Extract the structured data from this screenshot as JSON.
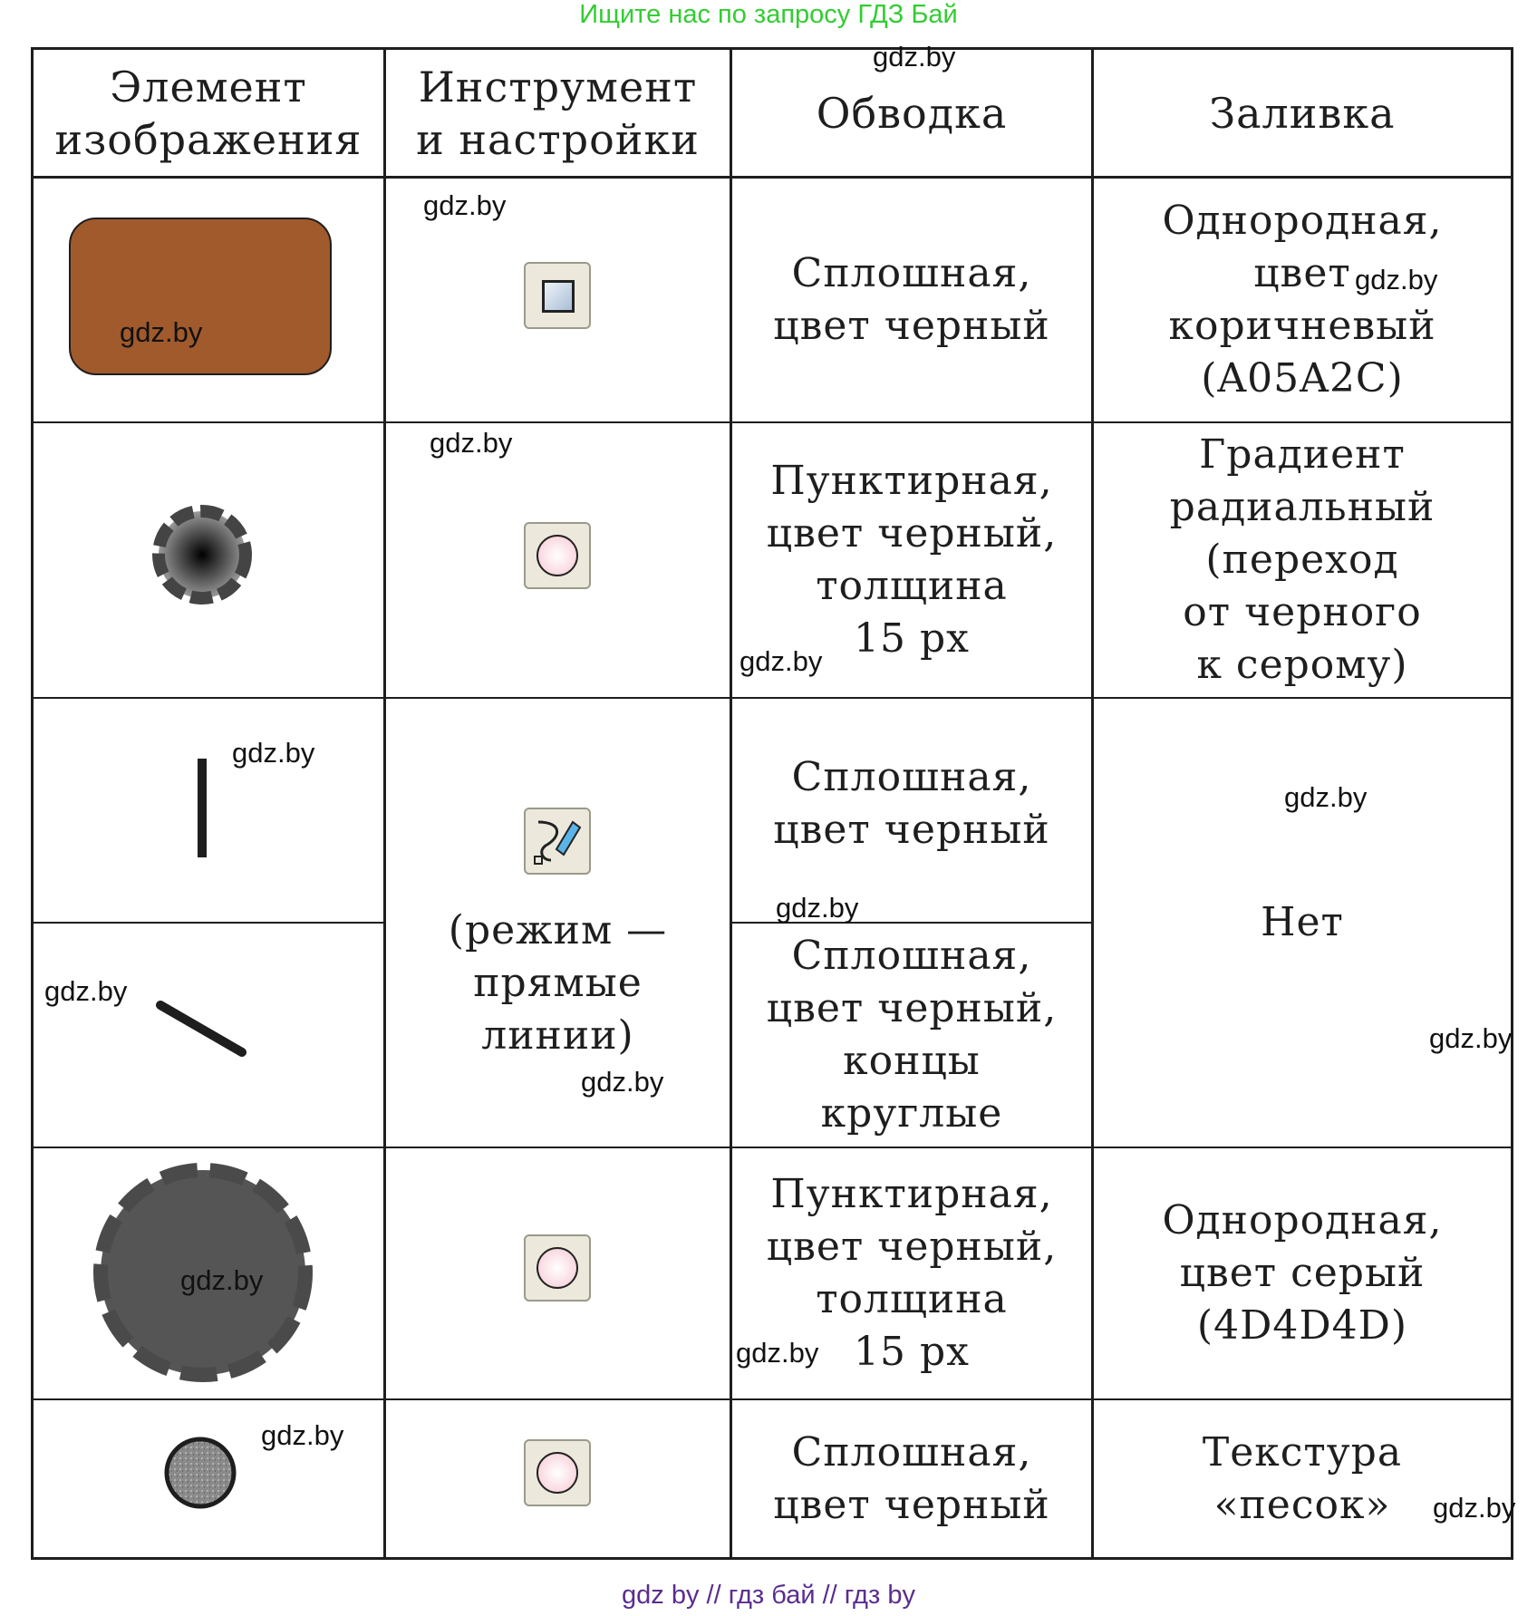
{
  "banner": "Ищите нас по запросу ГДЗ Бай",
  "headers": {
    "element": "Элемент\nизображения",
    "tool": "Инструмент\nи настройки",
    "stroke": "Обводка",
    "fill": "Заливка"
  },
  "rows": {
    "r1": {
      "stroke": "Сплошная,\nцвет черный",
      "fill": "Однородная,\nцвет\nкоричневый\n(A05A2C)"
    },
    "r2": {
      "stroke": "Пунктирная,\nцвет черный,\nтолщина\n15 px",
      "fill": "Градиент\nрадиальный\n(переход\nот черного\nк серому)"
    },
    "r3": {
      "tool": "(режим —\nпрямые\nлинии)",
      "stroke_a": "Сплошная,\nцвет черный",
      "stroke_b": "Сплошная,\nцвет черный,\nконцы\nкруглые",
      "fill": "Нет"
    },
    "r4": {
      "stroke": "Пунктирная,\nцвет черный,\nтолщина\n15 px",
      "fill": "Однородная,\nцвет серый\n(4D4D4D)"
    },
    "r5": {
      "stroke": "Сплошная,\nцвет черный",
      "fill": "Текстура\n«песок»"
    }
  },
  "watermark": "gdz.by",
  "footer": "gdz by  //  гдз бай  //  гдз by",
  "colors": {
    "brown": "#A05A2C",
    "gray": "#4D4D4D",
    "banner": "#33cc33",
    "footer": "#5b2d8e"
  },
  "icons": {
    "tool1": "rectangle-tool-icon",
    "tool2": "ellipse-tool-icon",
    "tool3": "bezier-pen-tool-icon",
    "tool4": "ellipse-tool-icon",
    "tool5": "ellipse-tool-icon"
  }
}
